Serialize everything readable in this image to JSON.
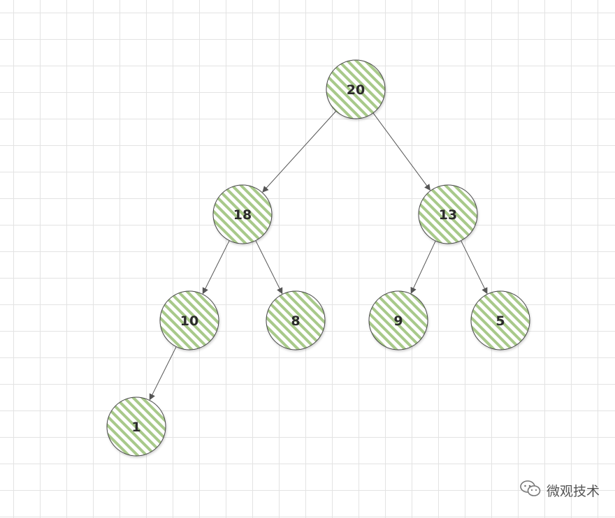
{
  "nodes": [
    {
      "id": "n20",
      "label": "20"
    },
    {
      "id": "n18",
      "label": "18"
    },
    {
      "id": "n13",
      "label": "13"
    },
    {
      "id": "n10",
      "label": "10"
    },
    {
      "id": "n8",
      "label": "8"
    },
    {
      "id": "n9",
      "label": "9"
    },
    {
      "id": "n5",
      "label": "5"
    },
    {
      "id": "n1",
      "label": "1"
    }
  ],
  "edges": [
    {
      "from": "n20",
      "to": "n18"
    },
    {
      "from": "n20",
      "to": "n13"
    },
    {
      "from": "n18",
      "to": "n10"
    },
    {
      "from": "n18",
      "to": "n8"
    },
    {
      "from": "n13",
      "to": "n9"
    },
    {
      "from": "n13",
      "to": "n5"
    },
    {
      "from": "n10",
      "to": "n1"
    }
  ],
  "watermark": {
    "text": "微观技术",
    "icon": "wechat-icon"
  },
  "colors": {
    "node_stroke": "#444444",
    "stripe": "#a8c98a",
    "edge": "#555555",
    "grid": "#e3e3e3"
  }
}
